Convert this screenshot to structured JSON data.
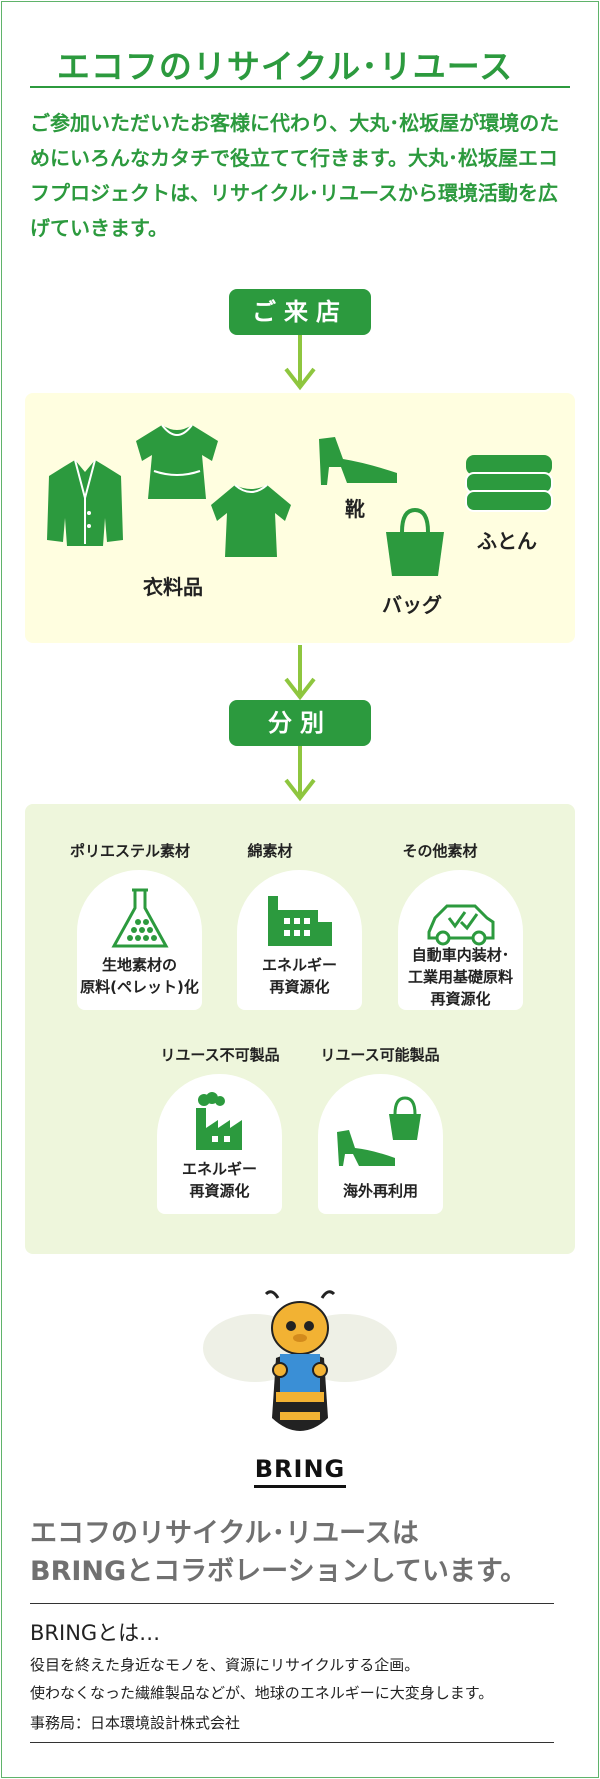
{
  "title": "エコフのリサイクル･リユース",
  "intro": "ご参加いただいたお客様に代わり、大丸･松坂屋が環境のためにいろんなカタチで役立てて行きます。大丸･松坂屋エコフプロジェクトは、リサイクル･リユースから環境活動を広げていきます。",
  "step1": "ご来店",
  "items": {
    "clothing": "衣料品",
    "shoes": "靴",
    "bag": "バッグ",
    "futon": "ふとん"
  },
  "step2": "分別",
  "categories": {
    "polyester": "ポリエステル素材",
    "cotton": "綿素材",
    "other": "その他素材",
    "non_reusable": "リユース不可製品",
    "reusable": "リユース可能製品"
  },
  "cards": {
    "pellet": [
      "生地素材の",
      "原料(ペレット)化"
    ],
    "cotton_energy": [
      "エネルギー",
      "再資源化"
    ],
    "auto": [
      "自動車内装材･",
      "工業用基礎原料",
      "再資源化"
    ],
    "nonreuse_energy": [
      "エネルギー",
      "再資源化"
    ],
    "overseas": [
      "海外再利用"
    ]
  },
  "bring": {
    "logo": "BRING"
  },
  "collab": [
    "エコフのリサイクル･リユースは",
    "BRINGとコラボレーションしています。"
  ],
  "what": {
    "title": "BRINGとは…",
    "body": [
      "役目を終えた身近なモノを、資源にリサイクルする企画。",
      "使わなくなった繊維製品などが、地球のエネルギーに大変身します。"
    ],
    "office": "事務局：日本環境設計株式会社"
  },
  "colors": {
    "green": "#2c9a3e",
    "arrow": "#8ec63f",
    "panel_yellow": "#fffee0",
    "panel_green": "#eef6dc"
  }
}
